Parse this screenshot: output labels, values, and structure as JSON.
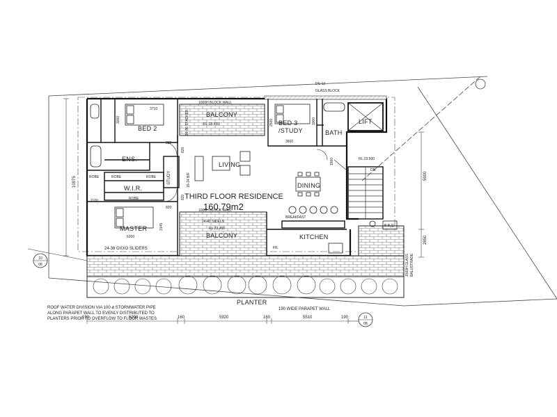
{
  "plan": {
    "title": "THIRD FLOOR RESIDENCE",
    "area": "160.79m2",
    "rooms": {
      "bed2": "BED 2",
      "balcony_top": "BALCONY",
      "bed3_line1": "BED 3",
      "bed3_line2": "/STUDY",
      "bath": "BATH",
      "lift": "LIFT",
      "ens": "ENS.",
      "study": "STUDY",
      "living": "LIVING",
      "dining": "DINING",
      "wir": "W.I.R.",
      "robe": "ROBE",
      "master": "MASTER",
      "balcony_bottom": "BALCONY",
      "kitchen": "KITCHEN",
      "breakfast": "BREAKFAST",
      "bbq": "B.B.Q.",
      "planter": "PLANTER",
      "fr": "FR.",
      "dn": "DN"
    },
    "labels": {
      "glass_block": "GLASS BLOCK",
      "glass_block_ref": "DS-12",
      "block_wall_top": "1000H BLOCK WALL",
      "block_wall_mid": "1000H BLOCK WALL",
      "parapet": "190 WIDE PARAPET WALL",
      "sliders": "24-36 OXXO SLIDERS",
      "balustrade_1": "1500H GLASS",
      "balustrade_2": "BALUSTRADE",
      "rl_balcony_top": "RL:23.450",
      "rl_balcony_bottom": "RL:23.450",
      "rl_lobby": "RL:23.500",
      "bifold": "15-24 B/F",
      "stacker_top": "24-36 STACKER",
      "stacker_bottom": "24-40 SIDELS",
      "section_1": "10",
      "section_1b": "08",
      "section_2": "11",
      "section_2b": "08"
    },
    "dimensions": {
      "d6200": "6200",
      "d160a": "160",
      "d5920": "5920",
      "d160b": "160",
      "d5510": "5510",
      "d190a": "190",
      "d190b": "190",
      "d10975": "10975",
      "d5900": "5900",
      "d2850": "2850",
      "d3000": "3000",
      "d3600": "3600",
      "d3710": "3710",
      "d3000b": "3000",
      "d1100": "1100",
      "d3145": "3145",
      "d6200b": "6200",
      "d2500": "2500",
      "d1500": "1500",
      "d820a": "820",
      "d820b": "820",
      "d820c": "820",
      "d820d": "820"
    },
    "note": [
      "ROOF WATER DIVISION VIA 100 ø STORMWATER PIPE",
      "ALONG PARAPET WALL TO EVENLY DISTRIBUTED TO",
      "PLANTERS PRIOR TO OVERFLOW TO FLOOR WASTES"
    ]
  }
}
